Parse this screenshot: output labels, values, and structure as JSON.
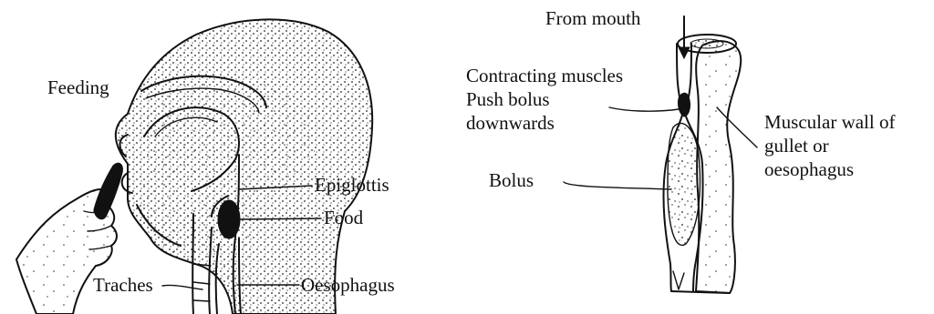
{
  "left_panel": {
    "labels": {
      "feeding": "Feeding",
      "epiglottis": "Epiglottis",
      "food": "Food",
      "traches": "Traches",
      "oesophagus": "Oesophagus"
    }
  },
  "right_panel": {
    "labels": {
      "from_mouth": "From mouth",
      "contracting_1": "Contracting muscles",
      "contracting_2": "Push bolus",
      "contracting_3": "downwards",
      "bolus": "Bolus",
      "wall_1": "Muscular wall of",
      "wall_2": "gullet or",
      "wall_3": "oesophagus"
    }
  }
}
